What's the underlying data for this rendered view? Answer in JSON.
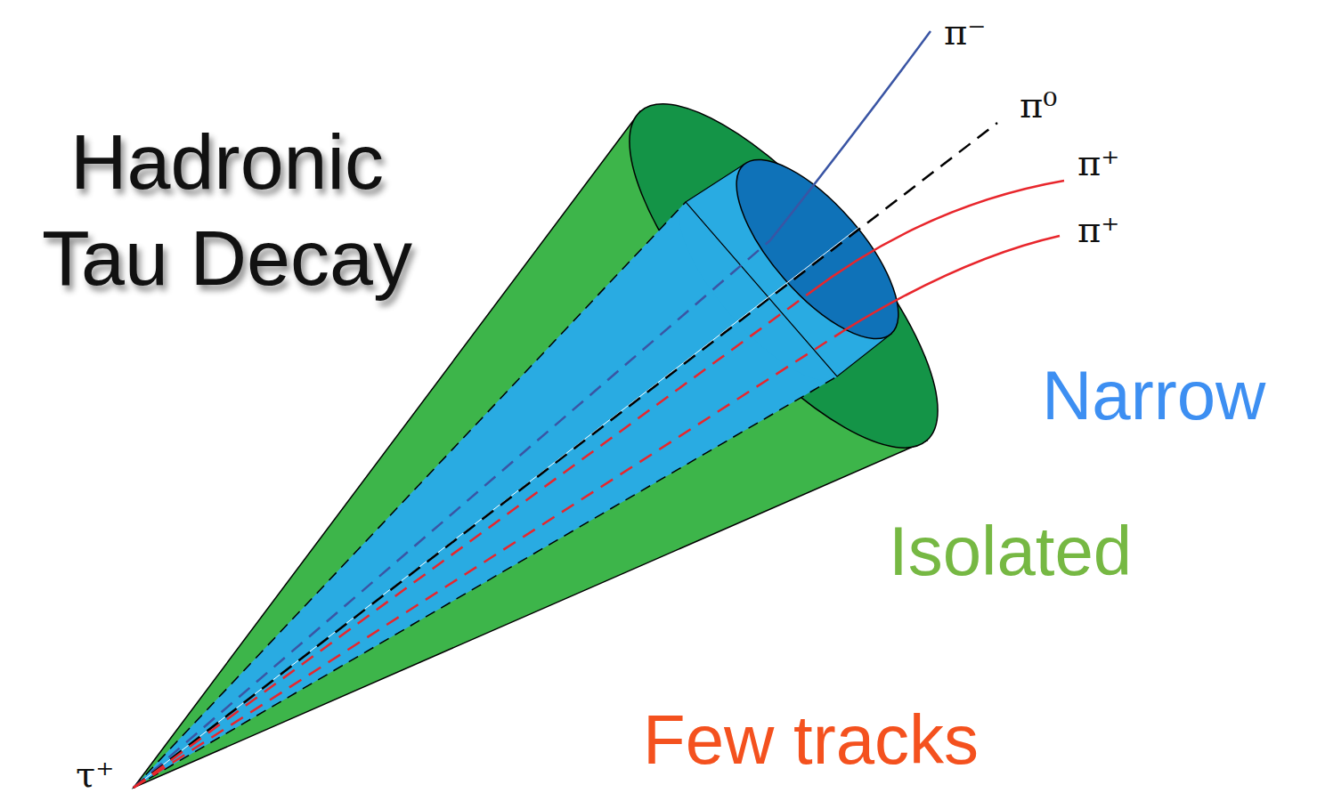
{
  "diagram": {
    "title": "Hadronic Tau Decay",
    "labels": [
      "π⁻",
      "π⁰",
      "π⁺",
      "π⁺",
      "τ⁺",
      "Narrow",
      "Isolated",
      "Few tracks"
    ]
  }
}
